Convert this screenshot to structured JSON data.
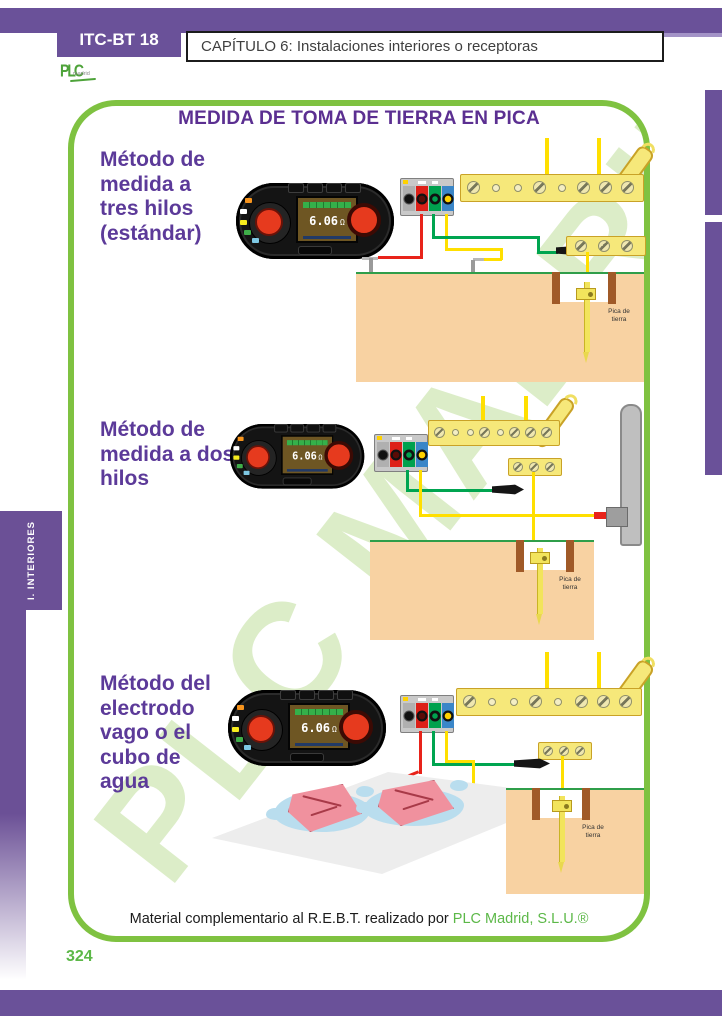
{
  "page": {
    "header": {
      "code": "ITC-BT 18",
      "chapter": "CAPÍTULO 6: Instalaciones interiores o receptoras"
    },
    "logo": {
      "text": "PLC",
      "subtext": "madrid"
    },
    "side_tab": "I. INTERIORES",
    "page_number": "324",
    "footer": {
      "text": "Material complementario al R.E.B.T. realizado por ",
      "brand": "PLC Madrid, S.L.U.®"
    }
  },
  "content": {
    "title": "MEDIDA DE TOMA DE TIERRA EN PICA",
    "watermark": "PLC MADRID",
    "sections": [
      {
        "heading": "Método de\nmedida a\ntres hilos\n(estándar)",
        "device": {
          "reading": "6.06",
          "unit": "Ω"
        },
        "pica_label": "Pica de\ntierra"
      },
      {
        "heading": "Método de\nmedida a dos\nhilos",
        "device": {
          "reading": "6.06",
          "unit": "Ω"
        },
        "pica_label": "Pica de\ntierra"
      },
      {
        "heading": "Método del\nelectrodo\nvago o el\ncubo de\nagua",
        "device": {
          "reading": "6.06",
          "unit": "Ω"
        },
        "pica_label": "Pica de\ntierra"
      }
    ]
  },
  "colors": {
    "bar_purple": "#6a5199",
    "heading_purple": "#5c3a99",
    "frame_green": "#7fc241",
    "footer_green": "#5cb848",
    "ground_tan": "#f8d2a2",
    "wire_red": "#e8231a",
    "wire_green": "#00a550",
    "wire_yellow": "#ffdf00"
  }
}
